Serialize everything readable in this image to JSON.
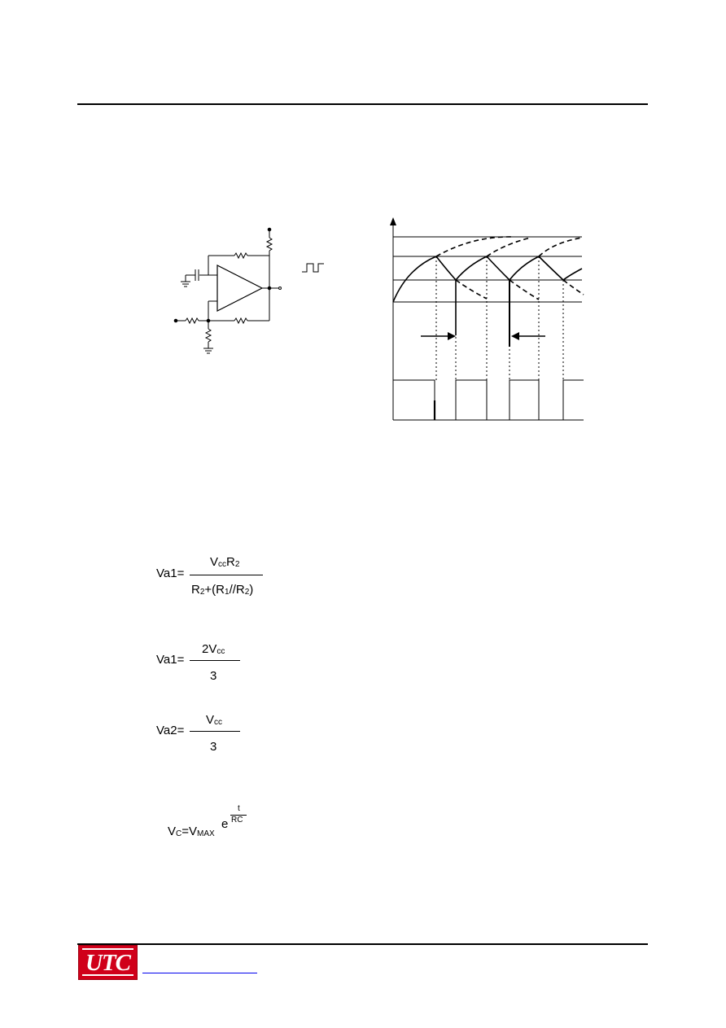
{
  "equations": {
    "eq1": {
      "lhs": "Va1=",
      "num_a": "V",
      "num_b": "cc",
      "num_c": "R",
      "num_d": "2",
      "den_a": "R",
      "den_b": "2",
      "den_c": "+(R",
      "den_d": "1",
      "den_e": "//R",
      "den_f": "2",
      "den_g": ")"
    },
    "eq2": {
      "lhs": "Va1=",
      "num_a": "2V",
      "num_b": "cc",
      "den": "3"
    },
    "eq3": {
      "lhs": "Va2=",
      "num_a": "V",
      "num_b": "cc",
      "den": "3"
    },
    "eq4": {
      "lhs_a": "V",
      "lhs_b": "C",
      "lhs_c": "=V",
      "lhs_d": "MAX",
      "base": "e",
      "exp_num": "t",
      "exp_den": "RC"
    }
  },
  "footer": {
    "logo_text": "UTC",
    "link_text": ""
  },
  "colors": {
    "logo_red": "#d0001a",
    "link_blue": "#0000ee"
  },
  "icons": {
    "square_wave": "square-wave-icon"
  }
}
